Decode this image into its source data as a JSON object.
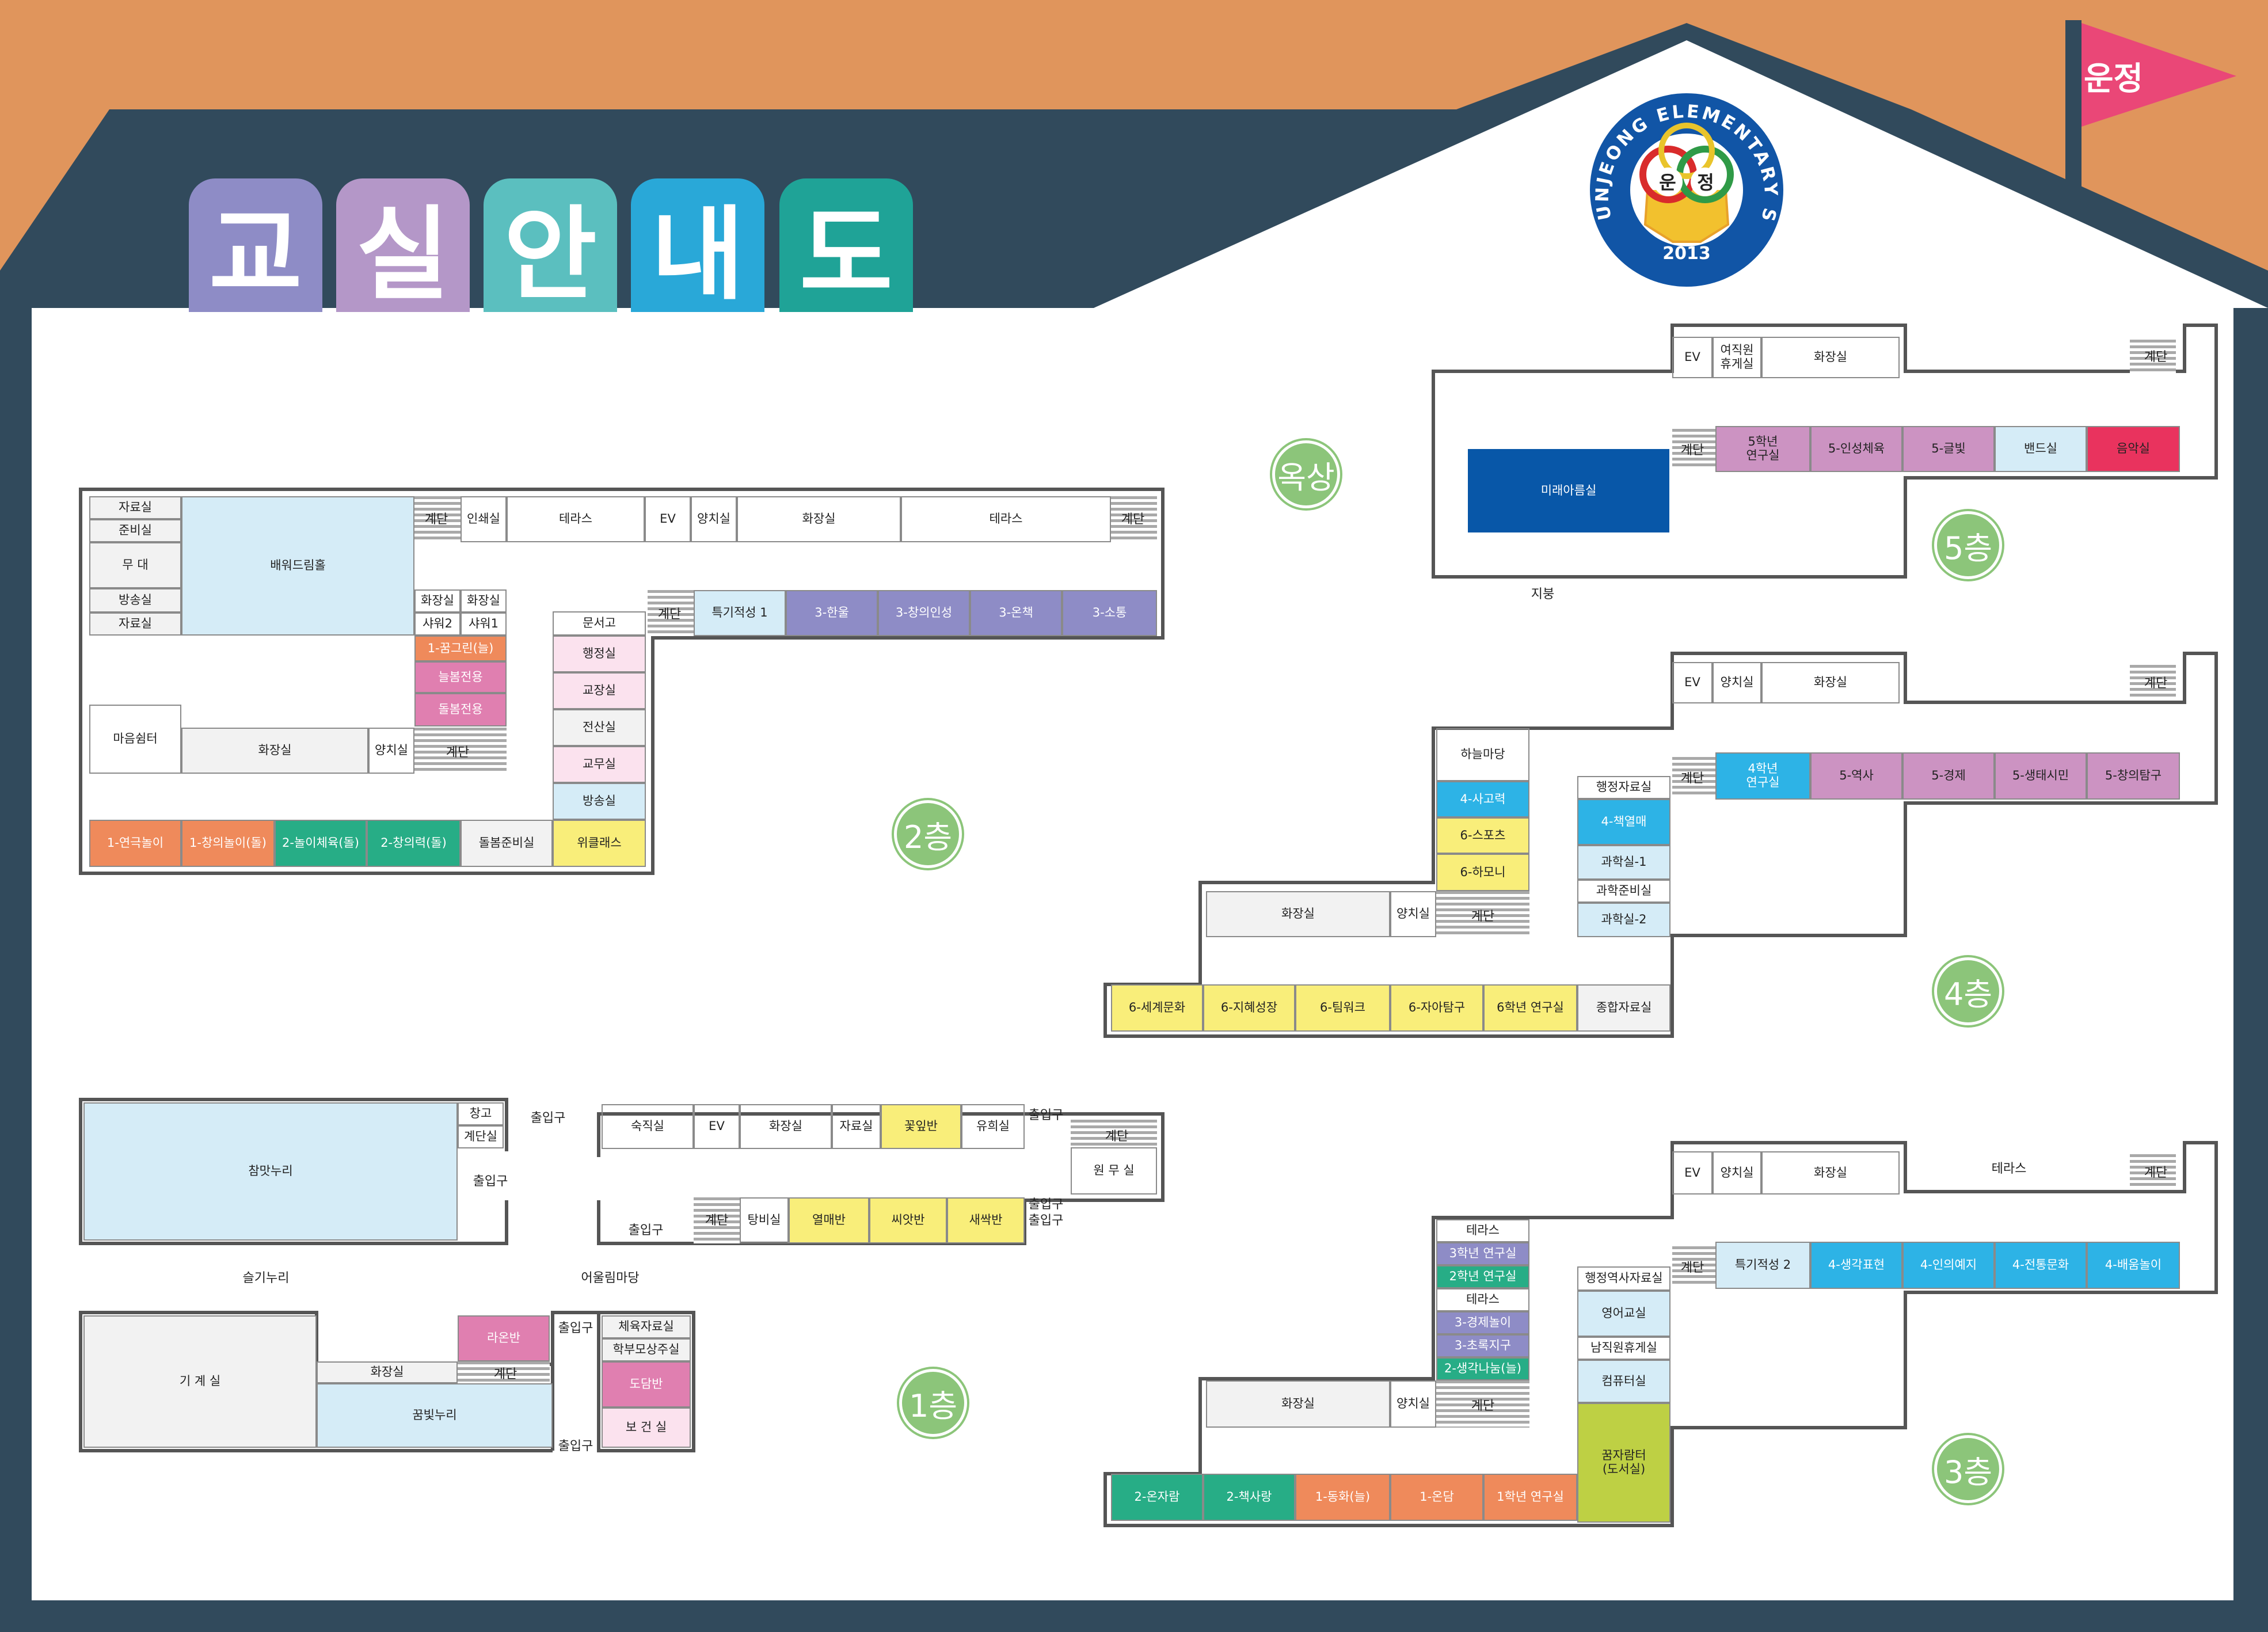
{
  "title_chars": [
    "교",
    "실",
    "안",
    "내",
    "도"
  ],
  "flag_text": "운정",
  "logo": {
    "ring_text": "UNJEONG ELEMENTARY SCHOOL",
    "year": "2013",
    "center_left": "운",
    "center_right": "정"
  },
  "floor_labels": {
    "rooftop": "옥상",
    "f5": "5층",
    "f4": "4층",
    "f3": "3층",
    "f2": "2층",
    "f1": "1층"
  },
  "colors": {
    "orange": "#ef8a5b",
    "pink": "#e07fb0",
    "green": "#27ad86",
    "yellow": "#f9ee7a",
    "lightblue": "#d5ecf7",
    "lavender": "#8e8cc6",
    "mauve": "#cc93c2",
    "cyan": "#2db3e6",
    "red": "#e9335e",
    "navy": "#0857a8",
    "lime": "#bed044",
    "lightpink": "#fbe2ee",
    "lightgray": "#f2f2f2"
  },
  "f5": {
    "top": [
      "EV",
      "여직원\n휴게실",
      "화장실"
    ],
    "stair_labels": [
      "계단",
      "계단"
    ],
    "mid": [
      "5학년\n연구실",
      "5-인성체육",
      "5-글빛",
      "밴드실",
      "음악실"
    ],
    "mirae": "미래아름실",
    "roof": "지붕"
  },
  "f4": {
    "top": [
      "EV",
      "양치실",
      "화장실"
    ],
    "stair_labels": [
      "계단",
      "계단",
      "계단"
    ],
    "mid": [
      "4학년\n연구실",
      "5-역사",
      "5-경제",
      "5-생태시민",
      "5-창의탐구"
    ],
    "col_a": [
      "하늘마당",
      "4-사고력",
      "6-스포츠",
      "6-하모니"
    ],
    "col_b": [
      "행정자료실",
      "4-책열매",
      "과학실-1",
      "과학준비실",
      "과학실-2"
    ],
    "wash": [
      "화장실",
      "양치실"
    ],
    "bottom": [
      "6-세계문화",
      "6-지혜성장",
      "6-팀워크",
      "6-자아탐구",
      "6학년 연구실",
      "종합자료실"
    ]
  },
  "f3": {
    "top": [
      "EV",
      "양치실",
      "화장실"
    ],
    "terrace": "테라스",
    "stair_labels": [
      "계단",
      "계단",
      "계단"
    ],
    "mid": [
      "특기적성 2",
      "4-생각표현",
      "4-인의예지",
      "4-전통문화",
      "4-배움놀이"
    ],
    "col_a": [
      "테라스",
      "3학년 연구실",
      "2학년 연구실",
      "테라스",
      "3-경제놀이",
      "3-초록지구",
      "2-생각나눔(늘)"
    ],
    "col_b": [
      "행정역사자료실",
      "영어교실",
      "남직원휴게실",
      "컴퓨터실",
      "꿈자람터\n(도서실)"
    ],
    "wash": [
      "화장실",
      "양치실"
    ],
    "bottom": [
      "2-온자람",
      "2-책사랑",
      "1-동화(늘)",
      "1-온담",
      "1학년 연구실"
    ]
  },
  "f2": {
    "left": [
      "자료실",
      "준비실",
      "무  대",
      "방송실",
      "자료실"
    ],
    "hall": "배워드림홀",
    "top": [
      "인쇄실",
      "테라스",
      "EV",
      "양치실",
      "화장실",
      "테라스"
    ],
    "stair_labels": [
      "계단",
      "계단",
      "계단",
      "계단"
    ],
    "right": [
      "특기적성 1",
      "3-한울",
      "3-창의인성",
      "3-온책",
      "3-소통"
    ],
    "wash": [
      "화장실",
      "화장실",
      "샤워2",
      "샤워1"
    ],
    "care": [
      "1-꿈그린(늘)",
      "늘봄전용",
      "돌봄전용"
    ],
    "admin": [
      "문서고",
      "행정실",
      "교장실",
      "전산실",
      "교무실",
      "방송실"
    ],
    "maum": "마음쉼터",
    "wash2": [
      "화장실",
      "양치실"
    ],
    "bottom": [
      "1-연극놀이",
      "1-창의놀이(돌)",
      "2-놀이체육(돌)",
      "2-창의력(돌)",
      "돌봄준비실",
      "위클래스"
    ]
  },
  "f1": {
    "cham": "참맛누리",
    "changgo": [
      "창고",
      "계단실"
    ],
    "entrances": [
      "출입구",
      "출입구",
      "출입구",
      "출입구",
      "출입구",
      "출입구",
      "출입구",
      "출입구"
    ],
    "top": [
      "숙직실",
      "EV",
      "화장실",
      "자료실",
      "꽃잎반",
      "유희실"
    ],
    "office": [
      "계단",
      "원 무 실"
    ],
    "bottom": [
      "계단",
      "탕비실",
      "열매반",
      "씨앗반",
      "새싹반"
    ],
    "seulgi": "슬기누리",
    "eoullim": "어울림마당",
    "gigye": "기 계 실",
    "raon": [
      "라온반",
      "계단"
    ],
    "wash": "화장실",
    "kkum": "꿈빛누리",
    "right_col": [
      "체육자료실",
      "학부모상주실",
      "도담반",
      "보  건  실"
    ]
  }
}
